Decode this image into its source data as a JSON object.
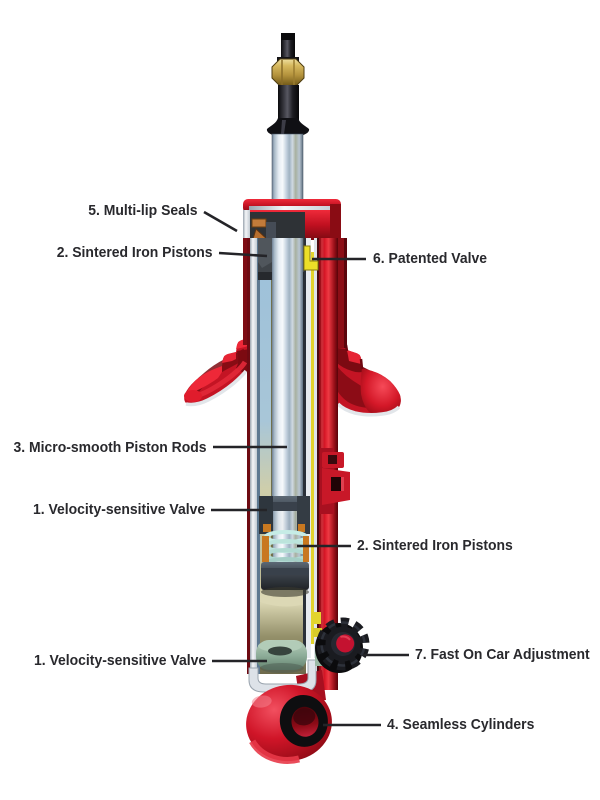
{
  "diagram": {
    "subject": "shock-absorber-cutaway",
    "labels": [
      {
        "text": "5. Multi-lip Seals"
      },
      {
        "text": "2. Sintered Iron Pistons"
      },
      {
        "text": "6. Patented Valve"
      },
      {
        "text": "3. Micro-smooth Piston Rods"
      },
      {
        "text": "1. Velocity-sensitive Valve"
      },
      {
        "text": "2. Sintered Iron Pistons"
      },
      {
        "text": "1. Velocity-sensitive Valve"
      },
      {
        "text": "7. Fast On Car Adjustment"
      },
      {
        "text": "4. Seamless Cylinders"
      }
    ],
    "colors": {
      "body_red": "#c8102e",
      "rod_chrome": "#c3d0dc",
      "seal_copper": "#b87333",
      "spring_teal": "#a8d8d0",
      "valve_yellow": "#e8d820",
      "interior_olive": "#9a9878",
      "label_text": "#29292d",
      "background": "#ffffff"
    }
  }
}
